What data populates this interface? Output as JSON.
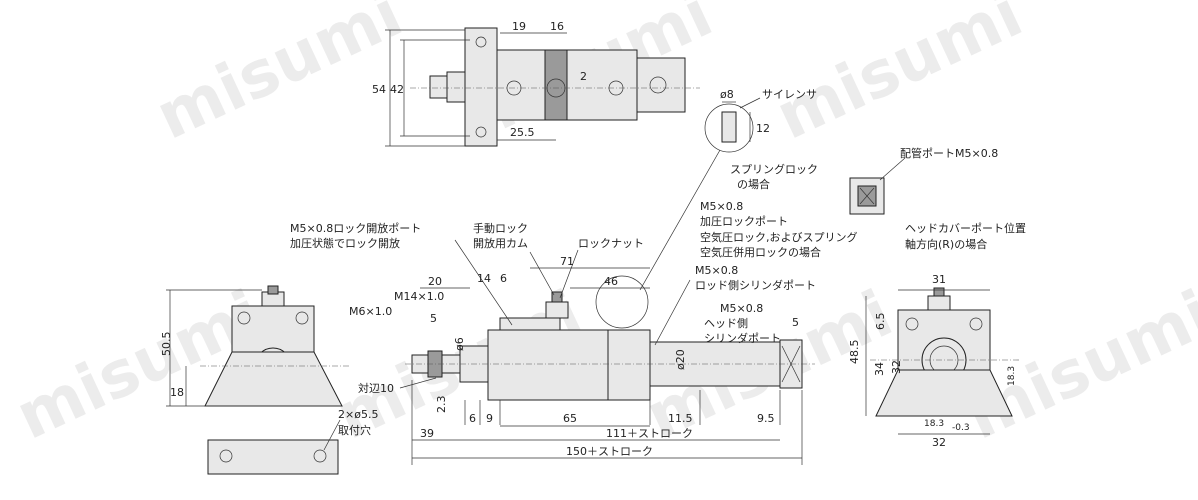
{
  "watermark": "misumi",
  "top_view": {
    "dims": [
      "54",
      "42",
      "19",
      "16",
      "2",
      "25.5",
      "8"
    ]
  },
  "silencer": {
    "label": "サイレンサ",
    "dia": "ø8",
    "len": "12"
  },
  "spring_lock": {
    "line1": "スプリングロック",
    "line2": "の場合"
  },
  "piping_port": {
    "label": "配管ポートM5×0.8"
  },
  "head_port": {
    "line1": "ヘッドカバーポート位置",
    "line2": "軸方向(R)の場合"
  },
  "front_view": {
    "label_lock_release_port": "M5×0.8ロック開放ポート",
    "label_pressure_release": "加圧状態でロック開放",
    "label_manual_lock_1": "手動ロック",
    "label_manual_lock_2": "開放用カム",
    "label_lock_nut": "ロックナット",
    "label_m5_pressure_1": "M5×0.8",
    "label_m5_pressure_2": "加圧ロックポート",
    "label_air_lock_1": "空気圧ロック,およびスプリング",
    "label_air_lock_2": "空気圧併用ロックの場合",
    "label_rod_port_1": "M5×0.8",
    "label_rod_port_2": "ロッド側シリンダポート",
    "label_head_port_1": "M5×0.8",
    "label_head_port_2": "ヘッド側",
    "label_head_port_3": "シリンダポート",
    "label_m6": "M6×1.0",
    "label_m14": "M14×1.0",
    "label_across_flats": "対辺10",
    "dims": {
      "d20": "20",
      "d14": "14",
      "d6a": "6",
      "d71": "71",
      "d46": "46",
      "d5a": "5",
      "d6b": "ø6",
      "d20b": "ø20",
      "d5b": "5",
      "d23": "2.3",
      "d6c": "6",
      "d9": "9",
      "d65": "65",
      "d115": "11.5",
      "d95": "9.5",
      "d39": "39",
      "d111": "111＋ストローク",
      "d150": "150＋ストローク"
    }
  },
  "side_view": {
    "dims": [
      "50.5",
      "18"
    ],
    "holes_label": "2×ø5.5",
    "holes_label2": "取付穴"
  },
  "end_view": {
    "dims": [
      "31",
      "6.5",
      "48.5",
      "34",
      "32",
      "18.3",
      "18.3",
      "32"
    ],
    "tol": "-0.3"
  }
}
